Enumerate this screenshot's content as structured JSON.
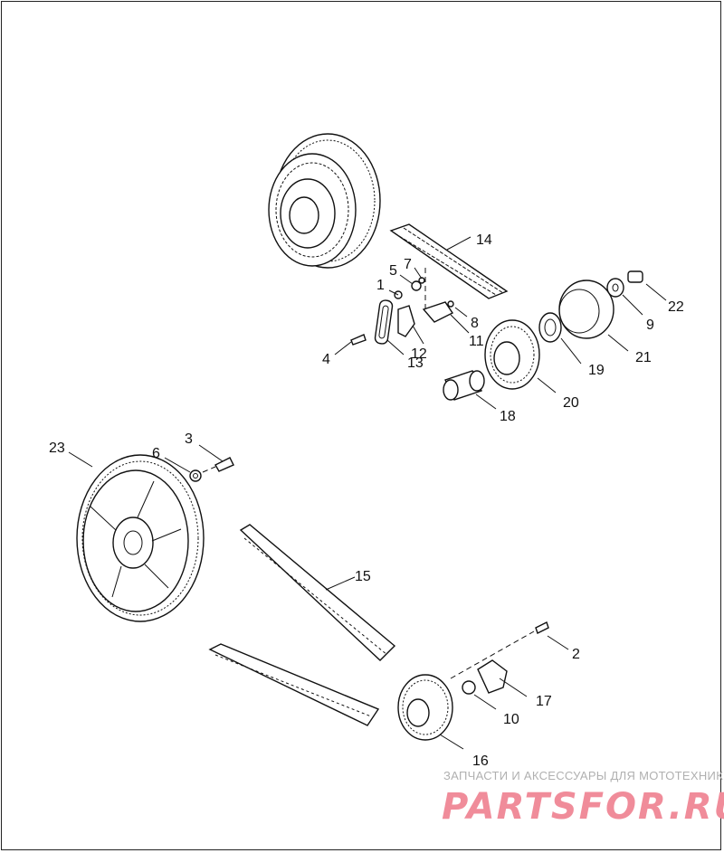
{
  "labels": {
    "l1": "1",
    "l2": "2",
    "l3": "3",
    "l4": "4",
    "l5": "5",
    "l6": "6",
    "l7": "7",
    "l8": "8",
    "l9": "9",
    "l10": "10",
    "l11": "11",
    "l12": "12",
    "l13": "13",
    "l14": "14",
    "l15": "15",
    "l16": "16",
    "l17": "17",
    "l18": "18",
    "l19": "19",
    "l20": "20",
    "l21": "21",
    "l22": "22",
    "l23": "23"
  },
  "watermark": {
    "tagline": "ЗАПЧАСТИ И АКСЕССУАРЫ ДЛЯ МОТОТЕХНИКИ",
    "brand": "PARTSFOR.RU"
  }
}
